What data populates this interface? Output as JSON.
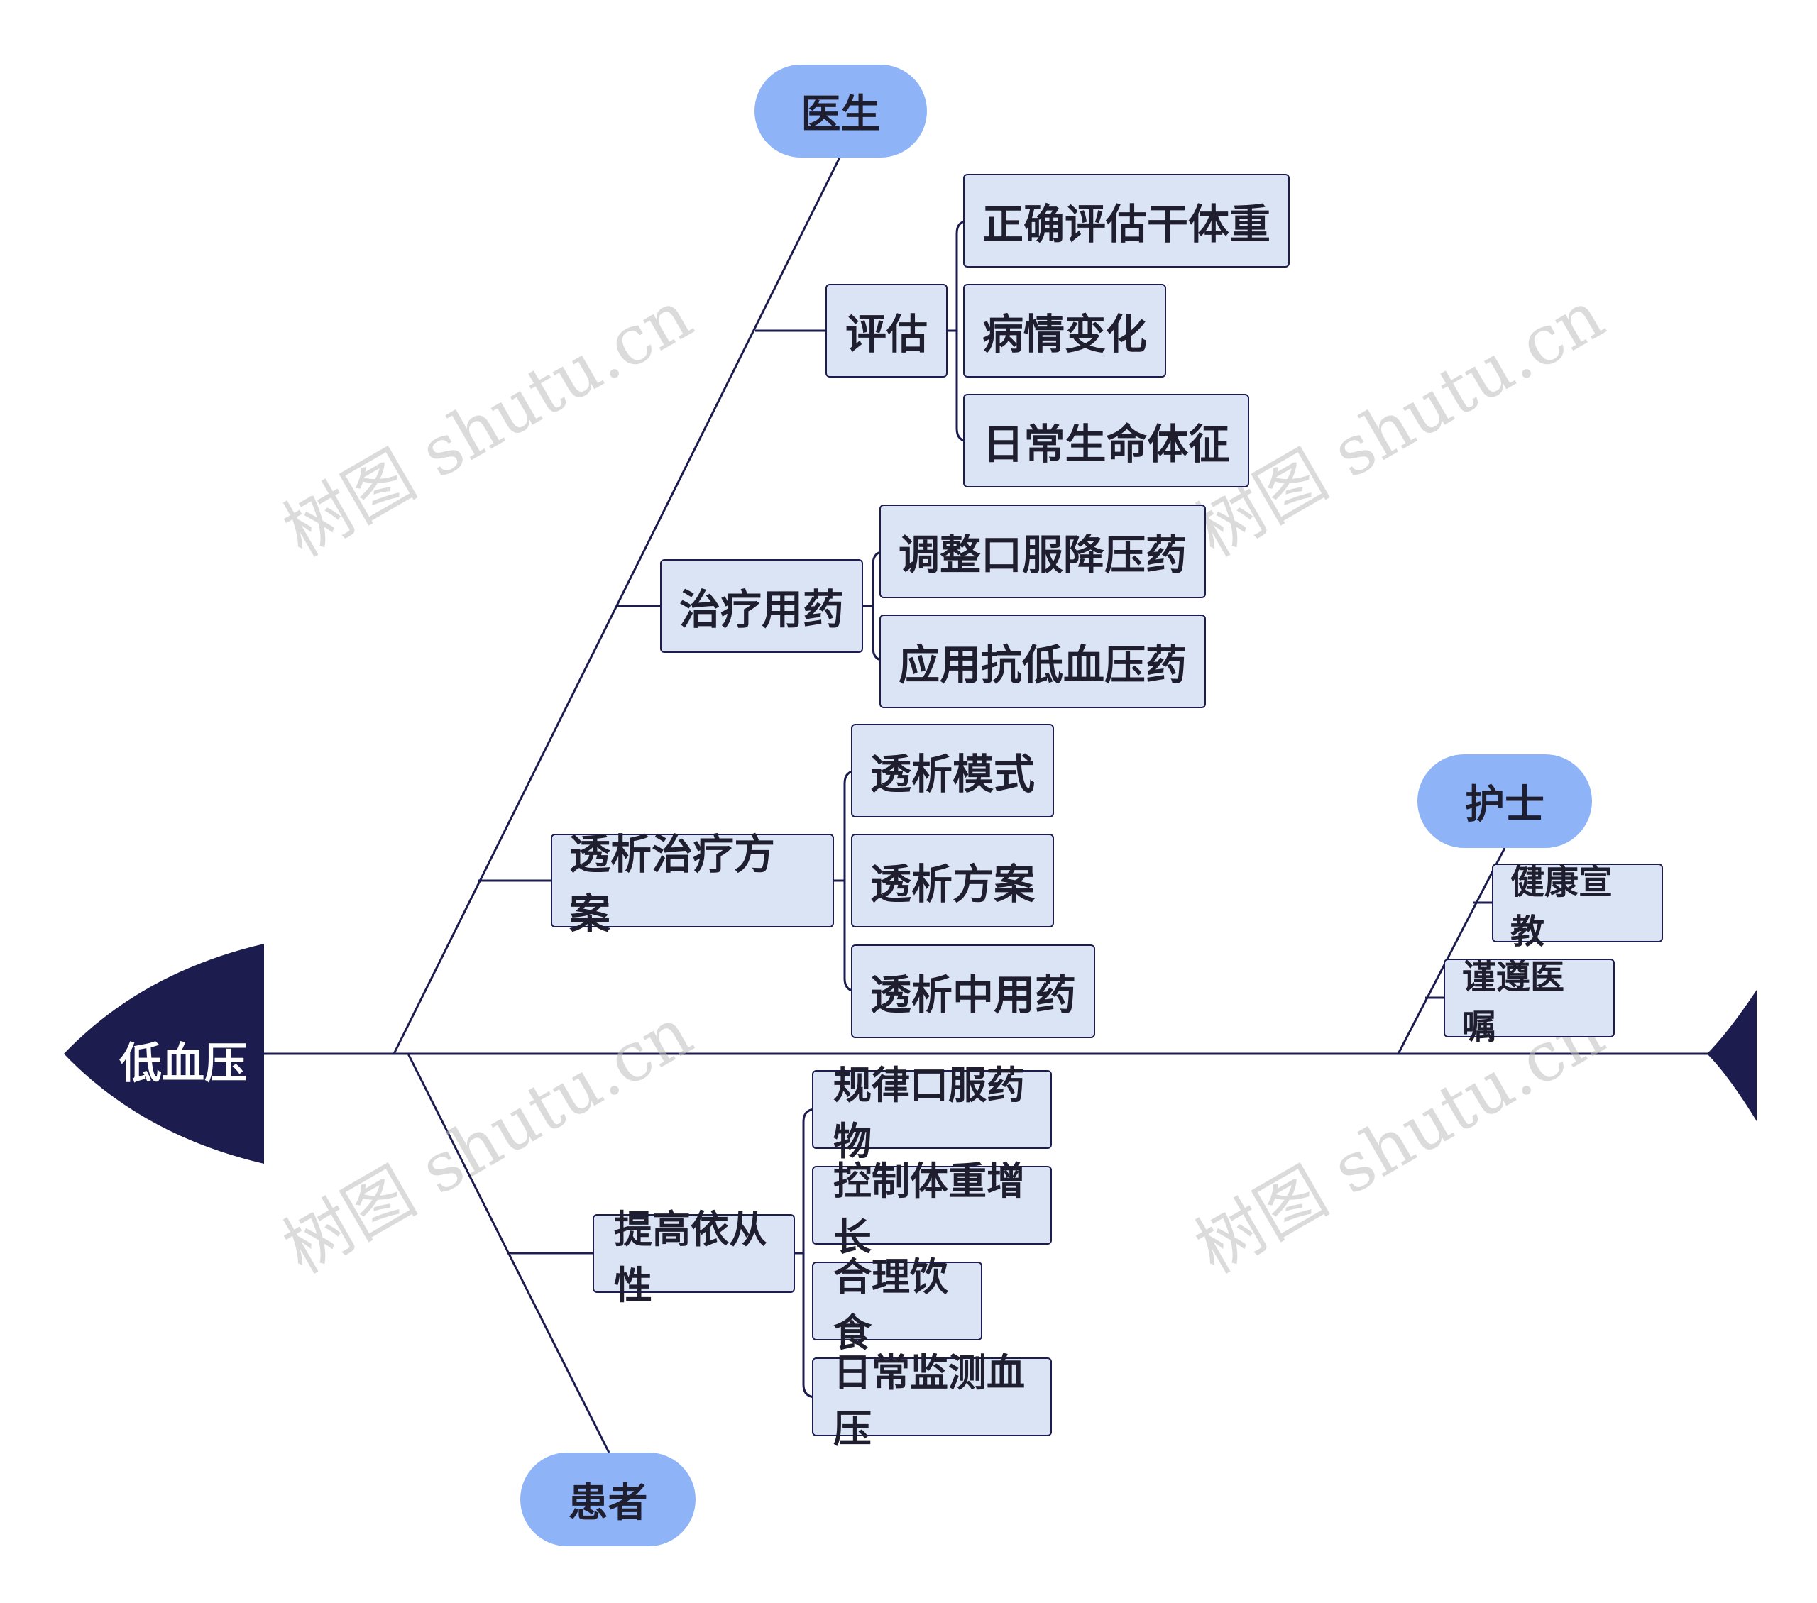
{
  "root": "低血压",
  "doctor": {
    "label": "医生",
    "groups": [
      {
        "label": "评估",
        "items": [
          "正确评估干体重",
          "病情变化",
          "日常生命体征"
        ]
      },
      {
        "label": "治疗用药",
        "items": [
          "调整口服降压药",
          "应用抗低血压药"
        ]
      },
      {
        "label": "透析治疗方案",
        "items": [
          "透析模式",
          "透析方案",
          "透析中用药"
        ]
      }
    ]
  },
  "patient": {
    "label": "患者",
    "groups": [
      {
        "label": "提高依从性",
        "items": [
          "规律口服药物",
          "控制体重增长",
          "合理饮食",
          "日常监测血压"
        ]
      }
    ]
  },
  "nurse": {
    "label": "护士",
    "items": [
      "健康宣教",
      "谨遵医嘱"
    ]
  },
  "watermark": "树图 shutu.cn",
  "colors": {
    "spine": "#1c1c4e",
    "node_fill": "#dbe4f5",
    "pill_fill": "#8fb3f7",
    "head_fill": "#1c1c4e"
  }
}
